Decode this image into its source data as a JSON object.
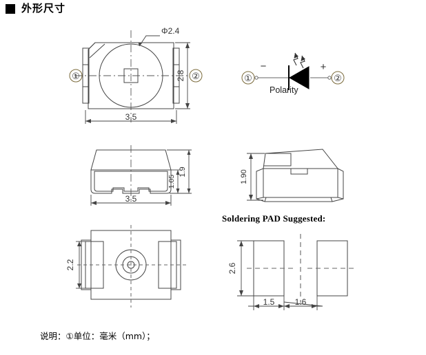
{
  "header": {
    "bullet_icon": "black-square-bullet",
    "title": "外形尺寸"
  },
  "drawings": {
    "top_view": {
      "name": "top-view",
      "pin1_label": "①",
      "pin2_label": "②",
      "lens_diameter_label": "Φ2.4",
      "width_label": "3.5",
      "height_label": "2.8"
    },
    "polarity": {
      "name": "polarity-diagram",
      "pin1_label": "①",
      "pin2_label": "②",
      "minus_sign": "−",
      "plus_sign": "+",
      "caption": "Polarity",
      "symbol": "led-diode-symbol"
    },
    "side_view": {
      "name": "side-view",
      "width_label": "3.5",
      "total_height_label": "1.9",
      "body_height_label": "1.05"
    },
    "iso_view": {
      "name": "isometric-view",
      "height_label": "1.90"
    },
    "bottom_view": {
      "name": "bottom-view",
      "pad_length_label": "2.2"
    },
    "soldering_pad": {
      "name": "soldering-pad-view",
      "caption": "Soldering PAD Suggested:",
      "pad_height_label": "2.6",
      "pad_width_label": "1.5",
      "pad_gap_label": "1.6"
    }
  },
  "footer": {
    "note": "说明：①单位：毫米（mm）；"
  },
  "colors": {
    "line": "#444444",
    "text": "#333333",
    "accent_label": "#5b3a8c",
    "marker_ring": "#7a6a3a",
    "background": "#ffffff"
  }
}
